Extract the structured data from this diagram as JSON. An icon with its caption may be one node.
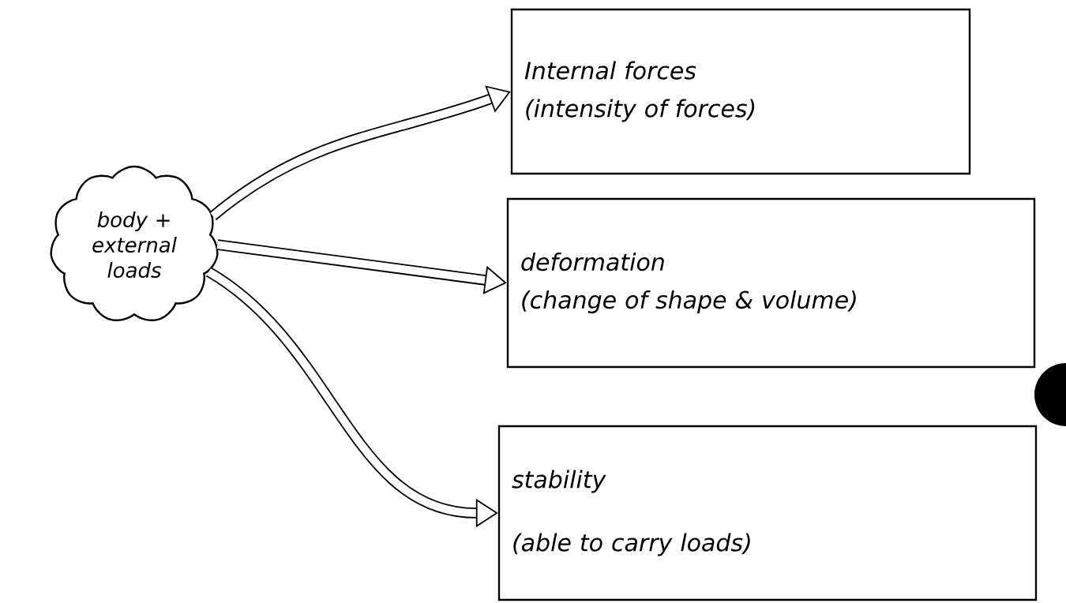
{
  "diagram": {
    "nodes": [
      {
        "text": [
          "body + external loads"
        ]
      },
      {
        "text": [
          "Internal forces",
          "(intensity of forces)"
        ]
      },
      {
        "text": [
          "deformation",
          "(change of shape & volume)"
        ]
      },
      {
        "text": [
          "stability",
          "(able to carry loads)"
        ]
      }
    ],
    "edges": [
      {
        "from": 0,
        "to": 1,
        "arrow": "to"
      },
      {
        "from": 0,
        "to": 2,
        "arrow": "to"
      },
      {
        "from": 0,
        "to": 3,
        "arrow": "to"
      }
    ]
  }
}
